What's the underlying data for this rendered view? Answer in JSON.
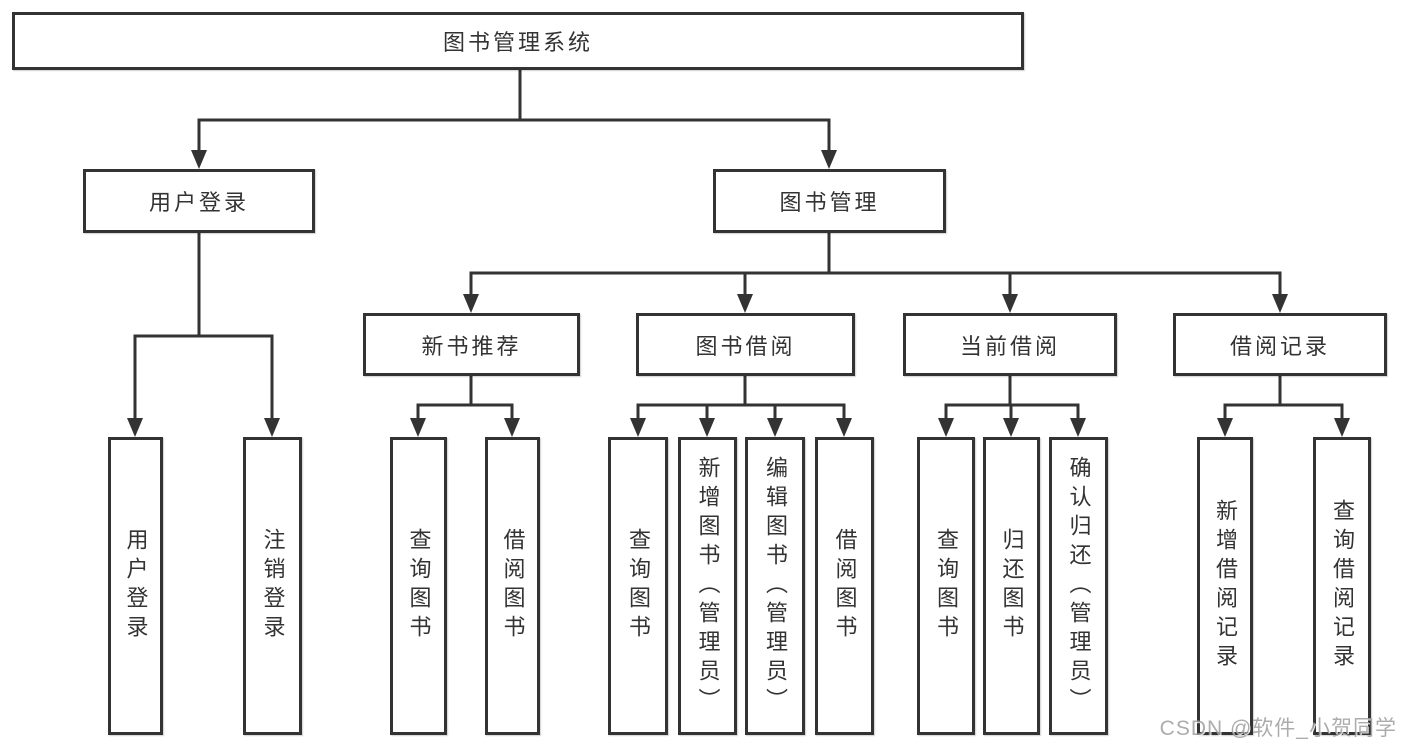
{
  "colors": {
    "line": "#333333",
    "box_border": "#333333",
    "text": "#333333",
    "background": "#ffffff",
    "watermark": "#9e9e9e"
  },
  "tree": {
    "root": {
      "label": "图书管理系统",
      "children": [
        {
          "label": "用户登录",
          "children": [
            {
              "label": "用户登录"
            },
            {
              "label": "注销登录"
            }
          ]
        },
        {
          "label": "图书管理",
          "children": [
            {
              "label": "新书推荐",
              "children": [
                {
                  "label": "查询图书"
                },
                {
                  "label": "借阅图书"
                }
              ]
            },
            {
              "label": "图书借阅",
              "children": [
                {
                  "label": "查询图书"
                },
                {
                  "label": "新增图书（管理员）"
                },
                {
                  "label": "编辑图书（管理员）"
                },
                {
                  "label": "借阅图书"
                }
              ]
            },
            {
              "label": "当前借阅",
              "children": [
                {
                  "label": "查询图书"
                },
                {
                  "label": "归还图书"
                },
                {
                  "label": "确认归还（管理员）"
                }
              ]
            },
            {
              "label": "借阅记录",
              "children": [
                {
                  "label": "新增借阅记录"
                },
                {
                  "label": "查询借阅记录"
                }
              ]
            }
          ]
        }
      ]
    }
  },
  "watermark": {
    "text": "CSDN @软件_小贺同学"
  }
}
